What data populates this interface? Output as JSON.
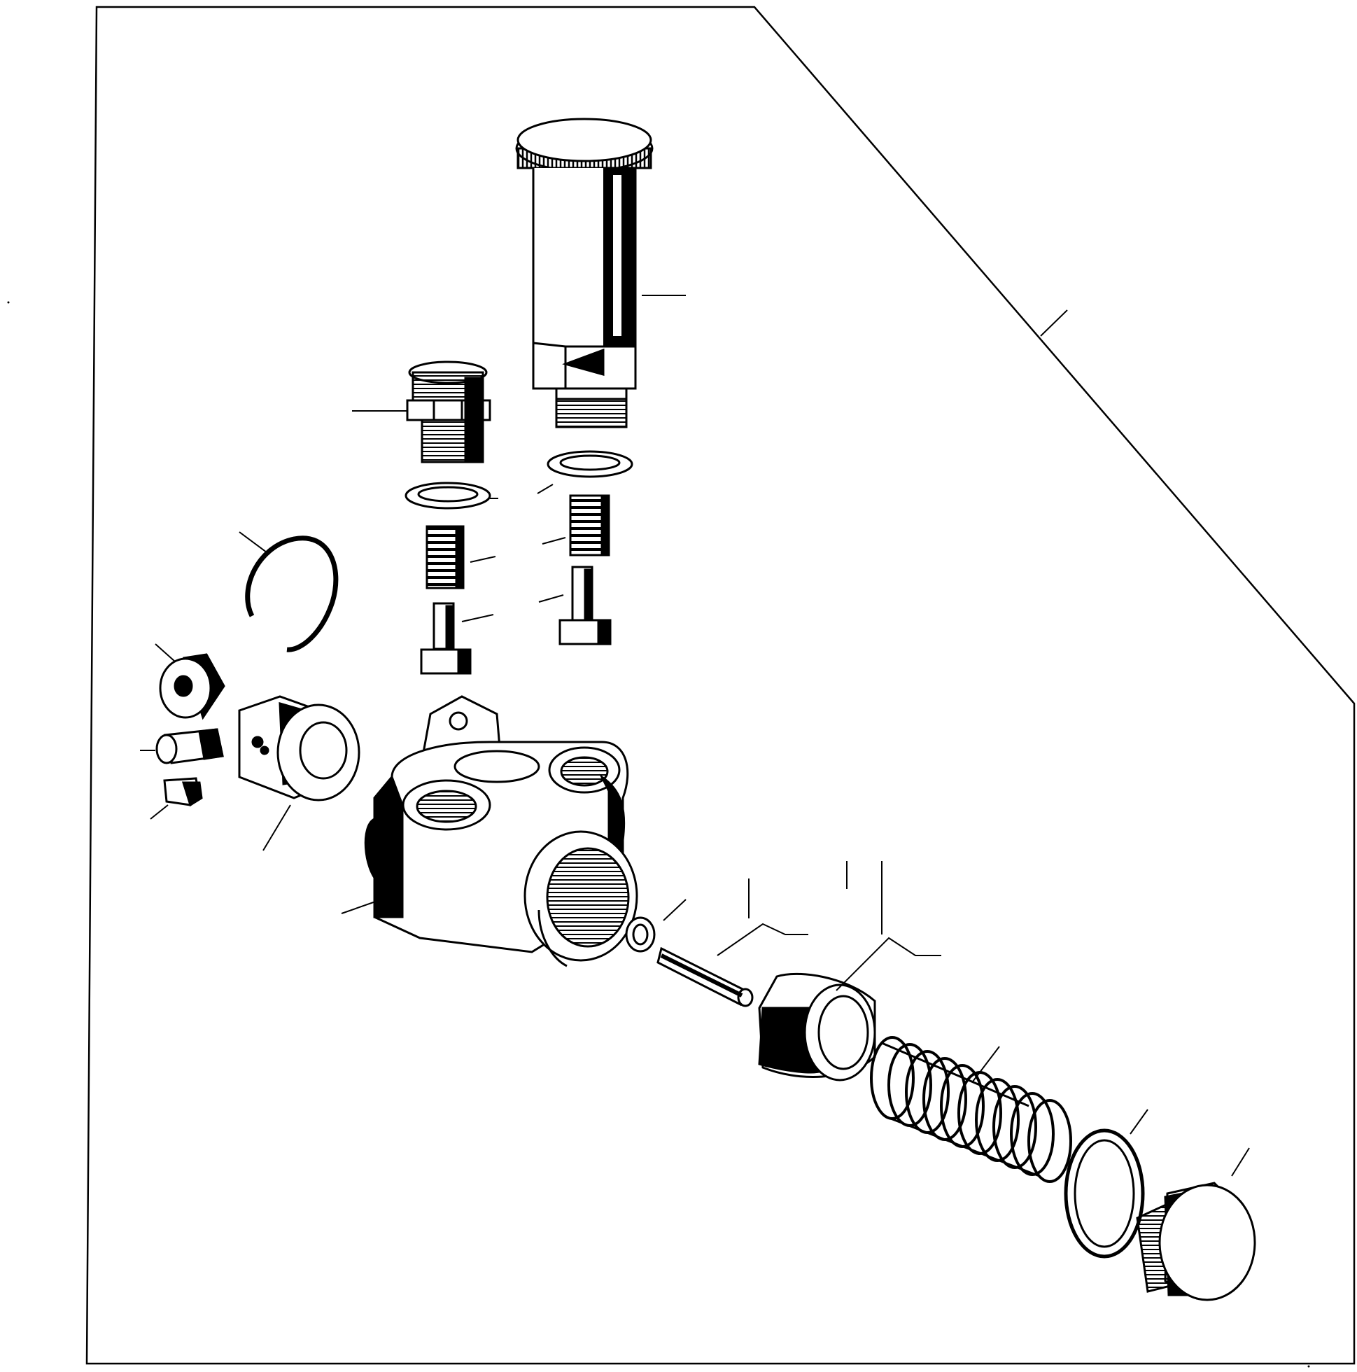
{
  "diagram": {
    "kind": "exploded-view parts drawing",
    "colors": {
      "ink": "#000000",
      "paper": "#ffffff"
    },
    "parts": [
      "hand-primer-pump-cylinder",
      "banjo-union-fitting",
      "sealing-washer-left",
      "sealing-washer-right",
      "valve-spring-left",
      "valve-spring-right",
      "valve-left",
      "valve-right",
      "snap-ring",
      "roller",
      "roller-pin",
      "pin-clip",
      "tappet",
      "pump-housing",
      "o-ring",
      "push-rod",
      "piston",
      "piston-spring",
      "plug-gasket",
      "screw-plug"
    ],
    "callout_count": 21
  }
}
